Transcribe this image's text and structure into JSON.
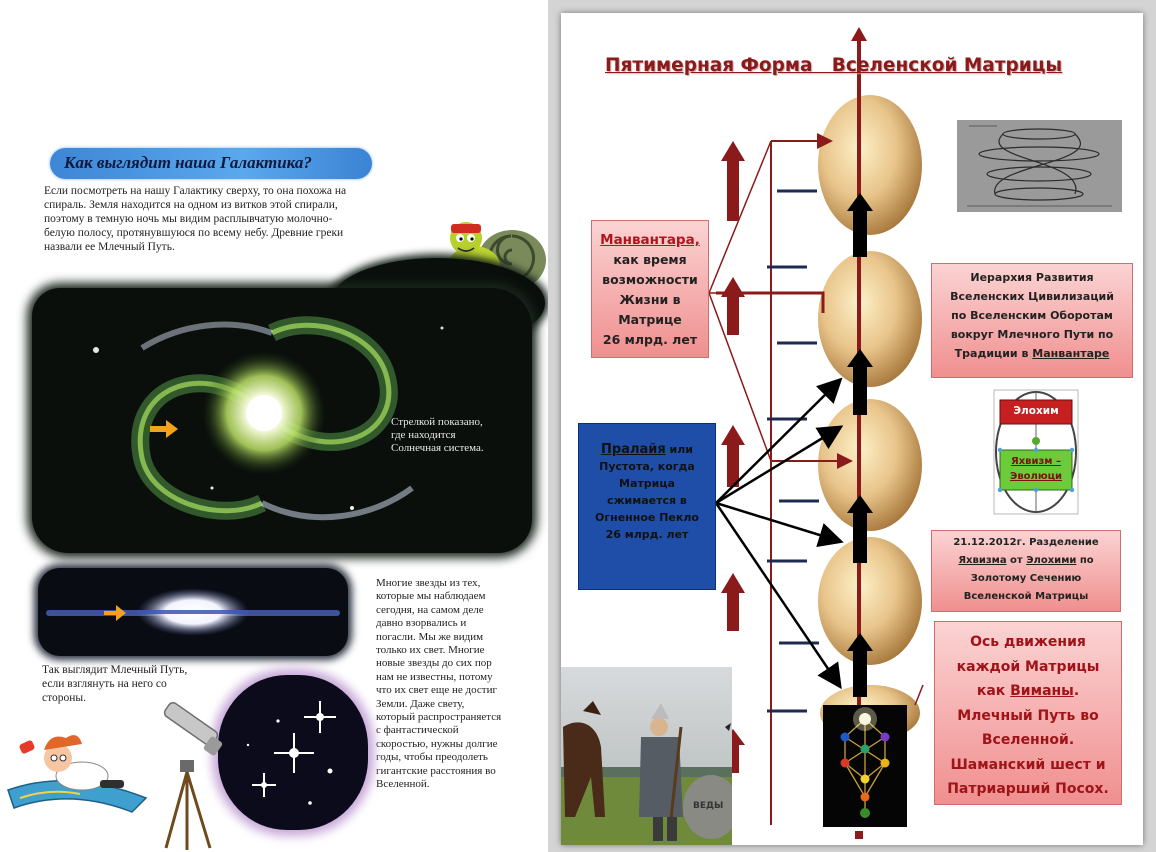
{
  "left_page": {
    "banner_title": "Как выглядит наша Галактика?",
    "intro_lines": [
      "Если посмотреть на нашу Галактику сверху, то она похожа на",
      "спираль. Земля находится на одном из витков этой спирали,",
      "поэтому в темную ночь мы видим расплывчатую молочно-",
      "белую полосу, протянувшуюся по всему небу. Древние греки",
      "назвали ее Млечный Путь."
    ],
    "galaxy_note_lines": [
      "Стрелкой показано,",
      "где находится",
      "Солнечная система."
    ],
    "milky_way_lines": [
      "Так выглядит Млечный Путь,",
      "если взглянуть на него со",
      "стороны."
    ],
    "stars_lines": [
      "Многие звезды из тех,",
      "которые мы наблюдаем",
      "сегодня, на самом деле",
      "давно взорвались и",
      "погасли. Мы же видим",
      "только их свет. Многие",
      "новые звезды до сих пор",
      "нам не известны, потому",
      "что их свет еще не достиг",
      "Земли. Даже свету,",
      "который распространяется",
      "с фантастической",
      "скоростью, нужны долгие",
      "годы, чтобы преодолеть",
      "гигантские расстояния во",
      "Вселенной."
    ]
  },
  "right_page": {
    "title": "Пятимерная Форма   Вселенской Матрицы",
    "manvantara": {
      "word": "Манвантара,",
      "lines": [
        "как время",
        "возможности",
        "Жизни в",
        "Матрице",
        "26 млрд. лет"
      ]
    },
    "pralaya": {
      "word": "Пралайя",
      "word_tail": " или",
      "lines": [
        "Пустота, когда",
        "Матрица",
        "сжимается в",
        "Огненное Пекло",
        "26 млрд. лет"
      ]
    },
    "hierarchy_lines": [
      "Иерархия Развития",
      "Вселенских Цивилизаций",
      "по Вселенским Оборотам",
      "вокруг Млечного Пути по"
    ],
    "hierarchy_last_prefix": "Традиции в ",
    "hierarchy_last_link": "Манвантаре",
    "date_box": {
      "line1": "21.12.2012г.  Разделение",
      "yahvizm": "Яхвизма",
      "from": " от ",
      "elohim": "Элохими",
      "po": " по",
      "line3": "Золотому Сечению",
      "line4": "Вселенской Матрицы"
    },
    "axis_box": {
      "line1": "Ось движения",
      "line2": "каждой Матрицы",
      "line3_prefix": "как ",
      "line3_link": "Виманы",
      "line3_suffix": ".",
      "line4": "Млечный Путь во",
      "line5": "Вселенной.",
      "line6": "Шаманский шест и",
      "line7": "Патриарший Посох."
    },
    "matrix_diagram": {
      "top_label": "Элохим",
      "bottom_label_1": "Яхвизм –",
      "bottom_label_2": "Эволюци"
    },
    "stone_text": "ВЕДЫ",
    "colors": {
      "accent_red": "#8b1a1a",
      "pink_box": "#f4a6a6",
      "blue_box": "#1f4ea8",
      "egg": "#e8c48a"
    }
  }
}
